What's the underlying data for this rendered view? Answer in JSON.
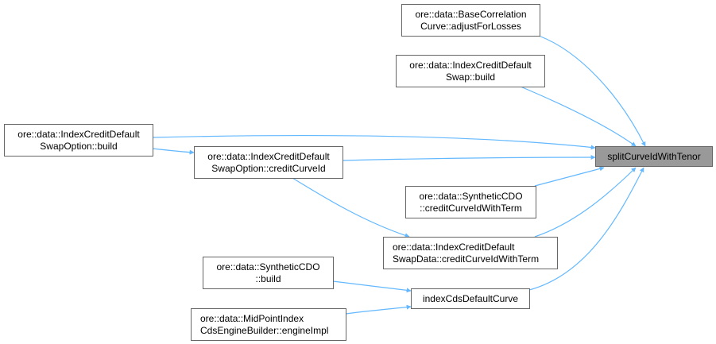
{
  "graph": {
    "edge_color": "#63b8ff",
    "target": {
      "label": "splitCurveIdWithTenor",
      "fill": "#999999"
    },
    "nodes": {
      "base_corr": {
        "line1": "ore::data::BaseCorrelation",
        "line2": "Curve::adjustForLosses"
      },
      "icds_build": {
        "line1": "ore::data::IndexCreditDefault",
        "line2": "Swap::build"
      },
      "icdso_build": {
        "line1": "ore::data::IndexCreditDefault",
        "line2": "SwapOption::build"
      },
      "icdso_credit": {
        "line1": "ore::data::IndexCreditDefault",
        "line2": "SwapOption::creditCurveId"
      },
      "scdo_credit": {
        "line1": "ore::data::SyntheticCDO",
        "line2": "::creditCurveIdWithTerm"
      },
      "icdsd_credit": {
        "line1": "ore::data::IndexCreditDefault",
        "line2": "SwapData::creditCurveIdWithTerm"
      },
      "index_cds": {
        "line1": "indexCdsDefaultCurve"
      },
      "scdo_build": {
        "line1": "ore::data::SyntheticCDO",
        "line2": "::build"
      },
      "midpoint": {
        "line1": "ore::data::MidPointIndex",
        "line2": "CdsEngineBuilder::engineImpl"
      }
    }
  }
}
